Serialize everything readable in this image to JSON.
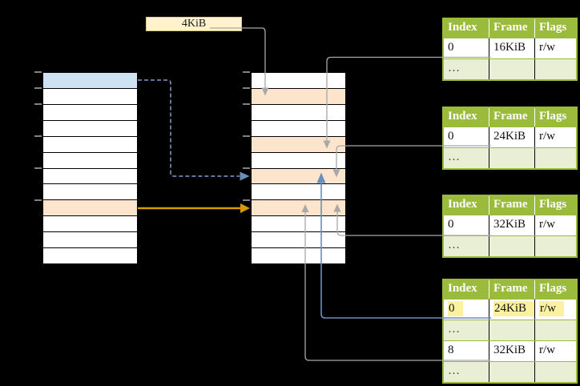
{
  "labels": {
    "page_size": "4KiB"
  },
  "page_tables": [
    {
      "headers": [
        "Index",
        "Frame",
        "Flags"
      ],
      "rows": [
        {
          "cells": [
            "0",
            "16KiB",
            "r/w"
          ]
        },
        {
          "cells": [
            "…",
            "",
            ""
          ]
        }
      ]
    },
    {
      "headers": [
        "Index",
        "Frame",
        "Flags"
      ],
      "rows": [
        {
          "cells": [
            "0",
            "24KiB",
            "r/w"
          ]
        },
        {
          "cells": [
            "…",
            "",
            ""
          ]
        }
      ]
    },
    {
      "headers": [
        "Index",
        "Frame",
        "Flags"
      ],
      "rows": [
        {
          "cells": [
            "0",
            "32KiB",
            "r/w"
          ]
        },
        {
          "cells": [
            "…",
            "",
            ""
          ]
        }
      ]
    },
    {
      "headers": [
        "Index",
        "Frame",
        "Flags"
      ],
      "rows": [
        {
          "cells": [
            "0",
            "24KiB",
            "r/w"
          ],
          "highlight": true
        },
        {
          "cells": [
            "…",
            "",
            ""
          ]
        },
        {
          "cells": [
            "8",
            "32KiB",
            "r/w"
          ]
        },
        {
          "cells": [
            "…",
            "",
            ""
          ]
        }
      ]
    }
  ],
  "memory": {
    "left_column": {
      "rows": 12,
      "blue_rows": [
        0
      ],
      "orange_rows": [
        8
      ]
    },
    "right_column": {
      "rows": 12,
      "orange_rows": [
        1,
        4,
        6,
        8
      ]
    }
  },
  "colors": {
    "background": "#000000",
    "row_white": "#ffffff",
    "row_blue": "#cfe2f3",
    "row_orange": "#fde5cd",
    "box_beige": "#fff2cc",
    "box_beige_border": "#dcc68d",
    "table_green": "#9bbb3c",
    "table_green_light": "#e9efd5",
    "highlight_yellow": "#fbf1a1",
    "arrow_gray": "#a8a8a8",
    "arrow_blue": "#6c8ebf",
    "arrow_blue_dashed": "#7e9cc9",
    "arrow_orange": "#d79b00",
    "tick_gray": "#808080"
  }
}
